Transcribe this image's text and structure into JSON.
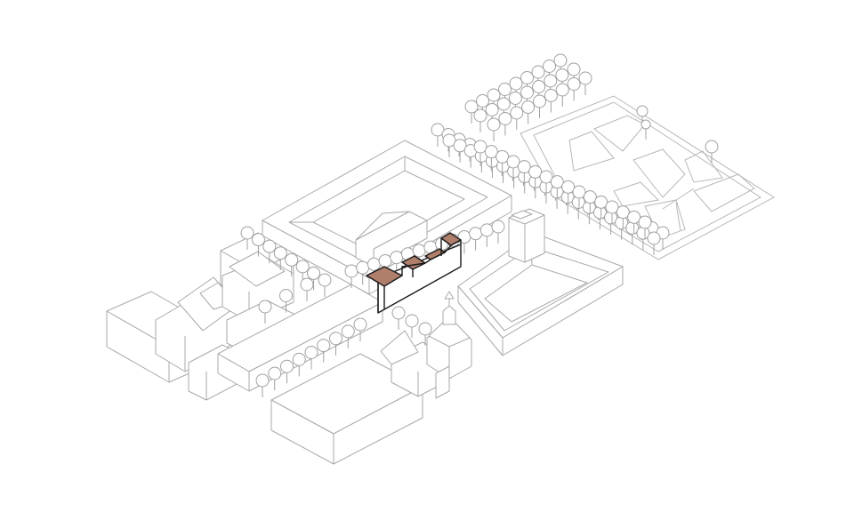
{
  "diagram": {
    "view": "axonometric",
    "colors": {
      "background": "#ffffff",
      "context_line": "#a9a9a9",
      "highlight_roof": "#b07f6c",
      "highlight_outline": "#1a1a1a"
    },
    "elements": [
      {
        "name": "highlighted-building",
        "style": "filled-roof"
      },
      {
        "name": "courtyard-block-north",
        "style": "outline"
      },
      {
        "name": "courtyard-block-east",
        "style": "outline"
      },
      {
        "name": "west-wing-buildings",
        "style": "outline"
      },
      {
        "name": "south-block",
        "style": "outline"
      },
      {
        "name": "church-with-tower",
        "style": "outline"
      },
      {
        "name": "formal-garden",
        "style": "outline"
      },
      {
        "name": "tree-avenues",
        "style": "outline"
      }
    ]
  }
}
